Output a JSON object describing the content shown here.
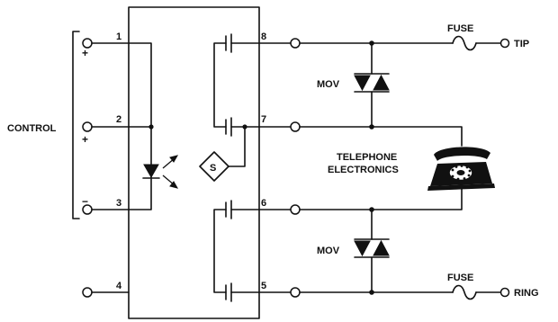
{
  "labels": {
    "control": "CONTROL",
    "fuse_top": "FUSE",
    "fuse_bottom": "FUSE",
    "tip": "TIP",
    "ring": "RING",
    "mov_top": "MOV",
    "mov_bottom": "MOV",
    "telephone_line1": "TELEPHONE",
    "telephone_line2": "ELECTRONICS",
    "s_symbol": "S"
  },
  "pins": {
    "p1": "1",
    "p2": "2",
    "p3": "3",
    "p4": "4",
    "p5": "5",
    "p6": "6",
    "p7": "7",
    "p8": "8"
  },
  "signs": {
    "pin1": "+",
    "pin2": "+",
    "pin3": "−"
  },
  "icons": [
    "telephone-icon",
    "led-icon",
    "mov-varistor-icon",
    "fuse-icon",
    "switch-contact-icon"
  ]
}
